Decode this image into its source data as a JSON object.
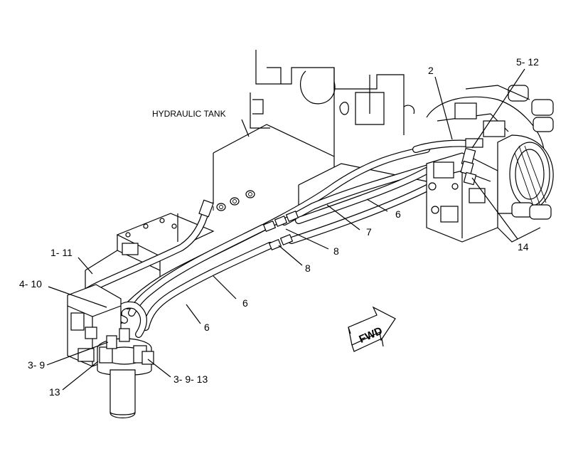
{
  "labels": {
    "hydraulic_tank": "HYDRAULIC TANK",
    "callout_2": "2",
    "callout_5_12": "5- 12",
    "callout_14": "14",
    "callout_6a": "6",
    "callout_7": "7",
    "callout_8a": "8",
    "callout_8b": "8",
    "callout_6b": "6",
    "callout_6c": "6",
    "callout_1_11": "1- 11",
    "callout_4_10": "4- 10",
    "callout_3_9": "3- 9",
    "callout_13": "13",
    "callout_3_9_13": "3- 9- 13",
    "fwd": "FWD"
  }
}
